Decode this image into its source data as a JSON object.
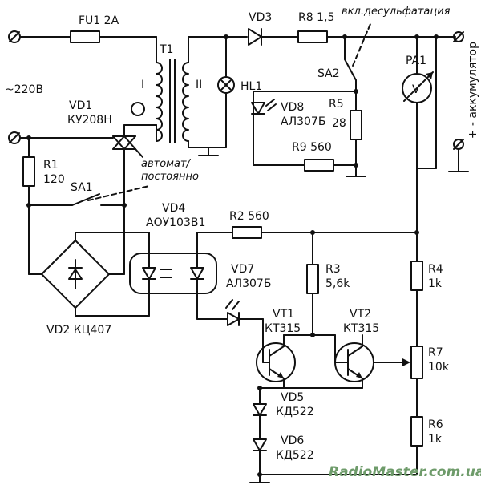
{
  "labels": {
    "fu1": "FU1 2A",
    "vd3": "VD3",
    "r8": "R8 1,5",
    "t1": "T1",
    "winding1": "I",
    "winding2": "II",
    "mains": "~220В",
    "vd1_name": "VD1",
    "vd1_type": "КУ208Н",
    "hl1": "HL1",
    "sa2": "SA2",
    "desulf": "вкл.десульфатация",
    "pa1": "PA1",
    "voltmeter": "V",
    "vd8_name": "VD8",
    "vd8_type": "АЛ307Б",
    "r5_name": "R5",
    "r5_val": "28",
    "r9": "R9 560",
    "r1_name": "R1",
    "r1_val": "120",
    "sa1": "SA1",
    "auto_line1": "автомат/",
    "auto_line2": "постоянно",
    "vd4_name": "VD4",
    "vd4_type": "АОУ103В1",
    "r2": "R2 560",
    "vd7_name": "VD7",
    "vd7_type": "АЛ307Б",
    "r3_name": "R3",
    "r3_val": "5,6k",
    "r4_name": "R4",
    "r4_val": "1k",
    "vd2": "VD2 КЦ407",
    "vt1_name": "VT1",
    "vt1_type": "КТ315",
    "vt2_name": "VT2",
    "vt2_type": "КТ315",
    "r7_name": "R7",
    "r7_val": "10k",
    "vd5_name": "VD5",
    "vd5_type": "КД522",
    "vd6_name": "VD6",
    "vd6_type": "КД522",
    "r6_name": "R6",
    "r6_val": "1k",
    "battery": "+ - аккумулятор",
    "watermark": "RadioMaster.com.ua"
  }
}
